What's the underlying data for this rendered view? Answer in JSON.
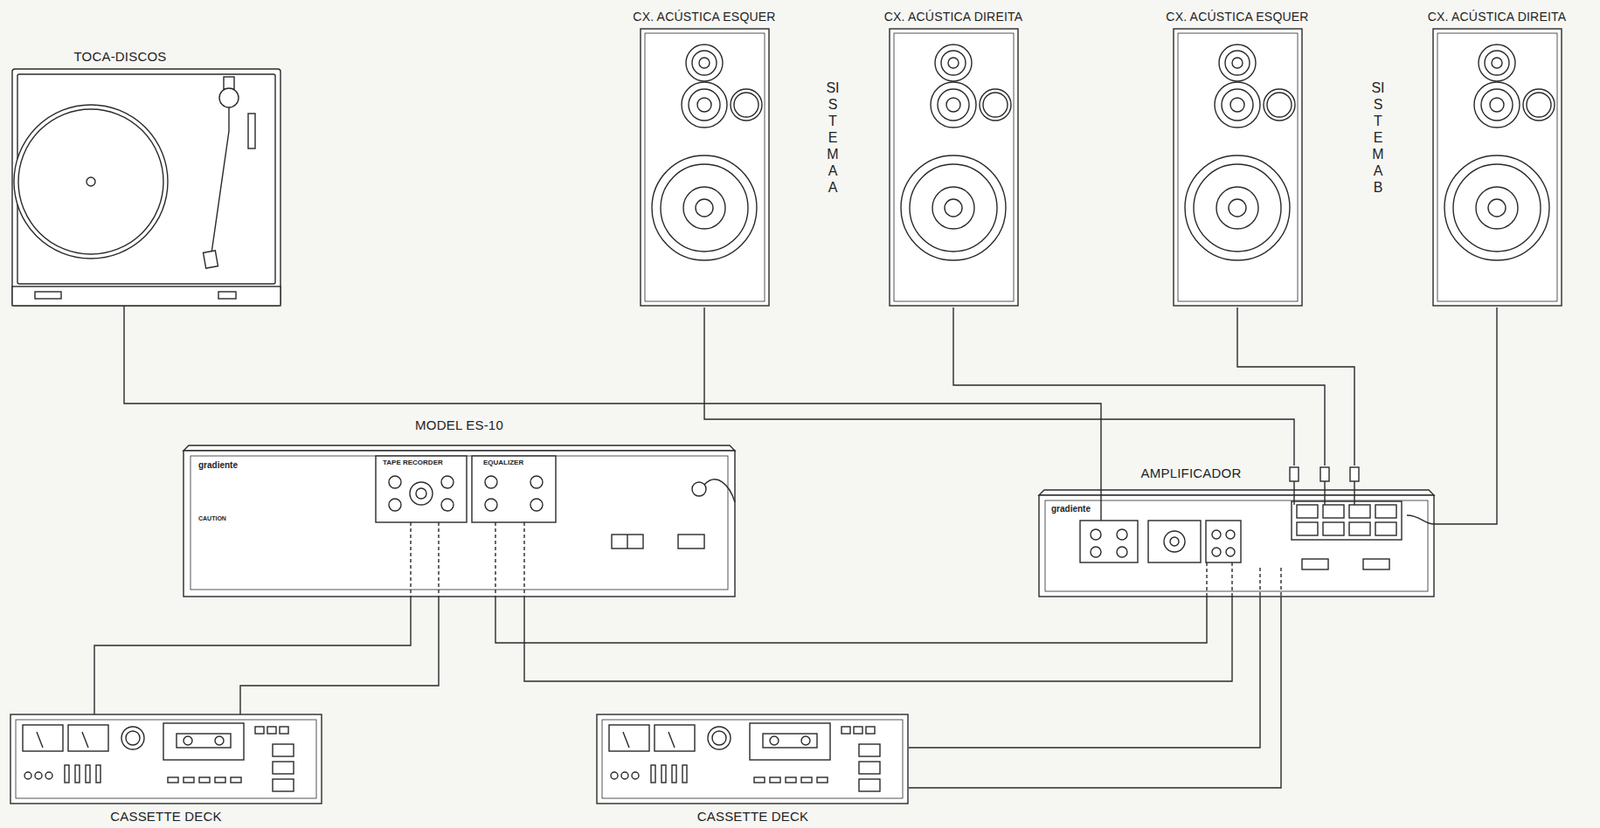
{
  "diagram": {
    "nodes": [
      {
        "text": [
          "TOCA-DISCOS"
        ]
      },
      {
        "text": [
          "CX. ACÚSTICA ESQUER"
        ]
      },
      {
        "text": [
          "CX. ACÚSTICA DIREITA"
        ]
      },
      {
        "text": [
          "CX. ACÚSTICA ESQUER"
        ]
      },
      {
        "text": [
          "CX. ACÚSTICA DIREITA"
        ]
      },
      {
        "text": [
          "MODEL ES-10"
        ]
      },
      {
        "text": [
          "AMPLIFICADOR"
        ]
      },
      {
        "text": [
          "CASSETTE DECK"
        ]
      },
      {
        "text": [
          "CASSETTE DECK"
        ]
      }
    ],
    "edges": [
      {
        "from": 0,
        "to": 6,
        "arrow": "none"
      },
      {
        "from": 1,
        "to": 6,
        "arrow": "none"
      },
      {
        "from": 2,
        "to": 6,
        "arrow": "none"
      },
      {
        "from": 3,
        "to": 6,
        "arrow": "none"
      },
      {
        "from": 4,
        "to": 6,
        "arrow": "none"
      },
      {
        "from": 5,
        "to": 6,
        "arrow": "none"
      },
      {
        "from": 7,
        "to": 5,
        "arrow": "none"
      },
      {
        "from": 8,
        "to": 6,
        "arrow": "none"
      }
    ],
    "labels": [
      "SISTEMA A",
      "SISTEMA B",
      "TAPE RECORDER",
      "EQUALIZER",
      "gradiente",
      "CAUTION",
      "gradiente"
    ]
  }
}
